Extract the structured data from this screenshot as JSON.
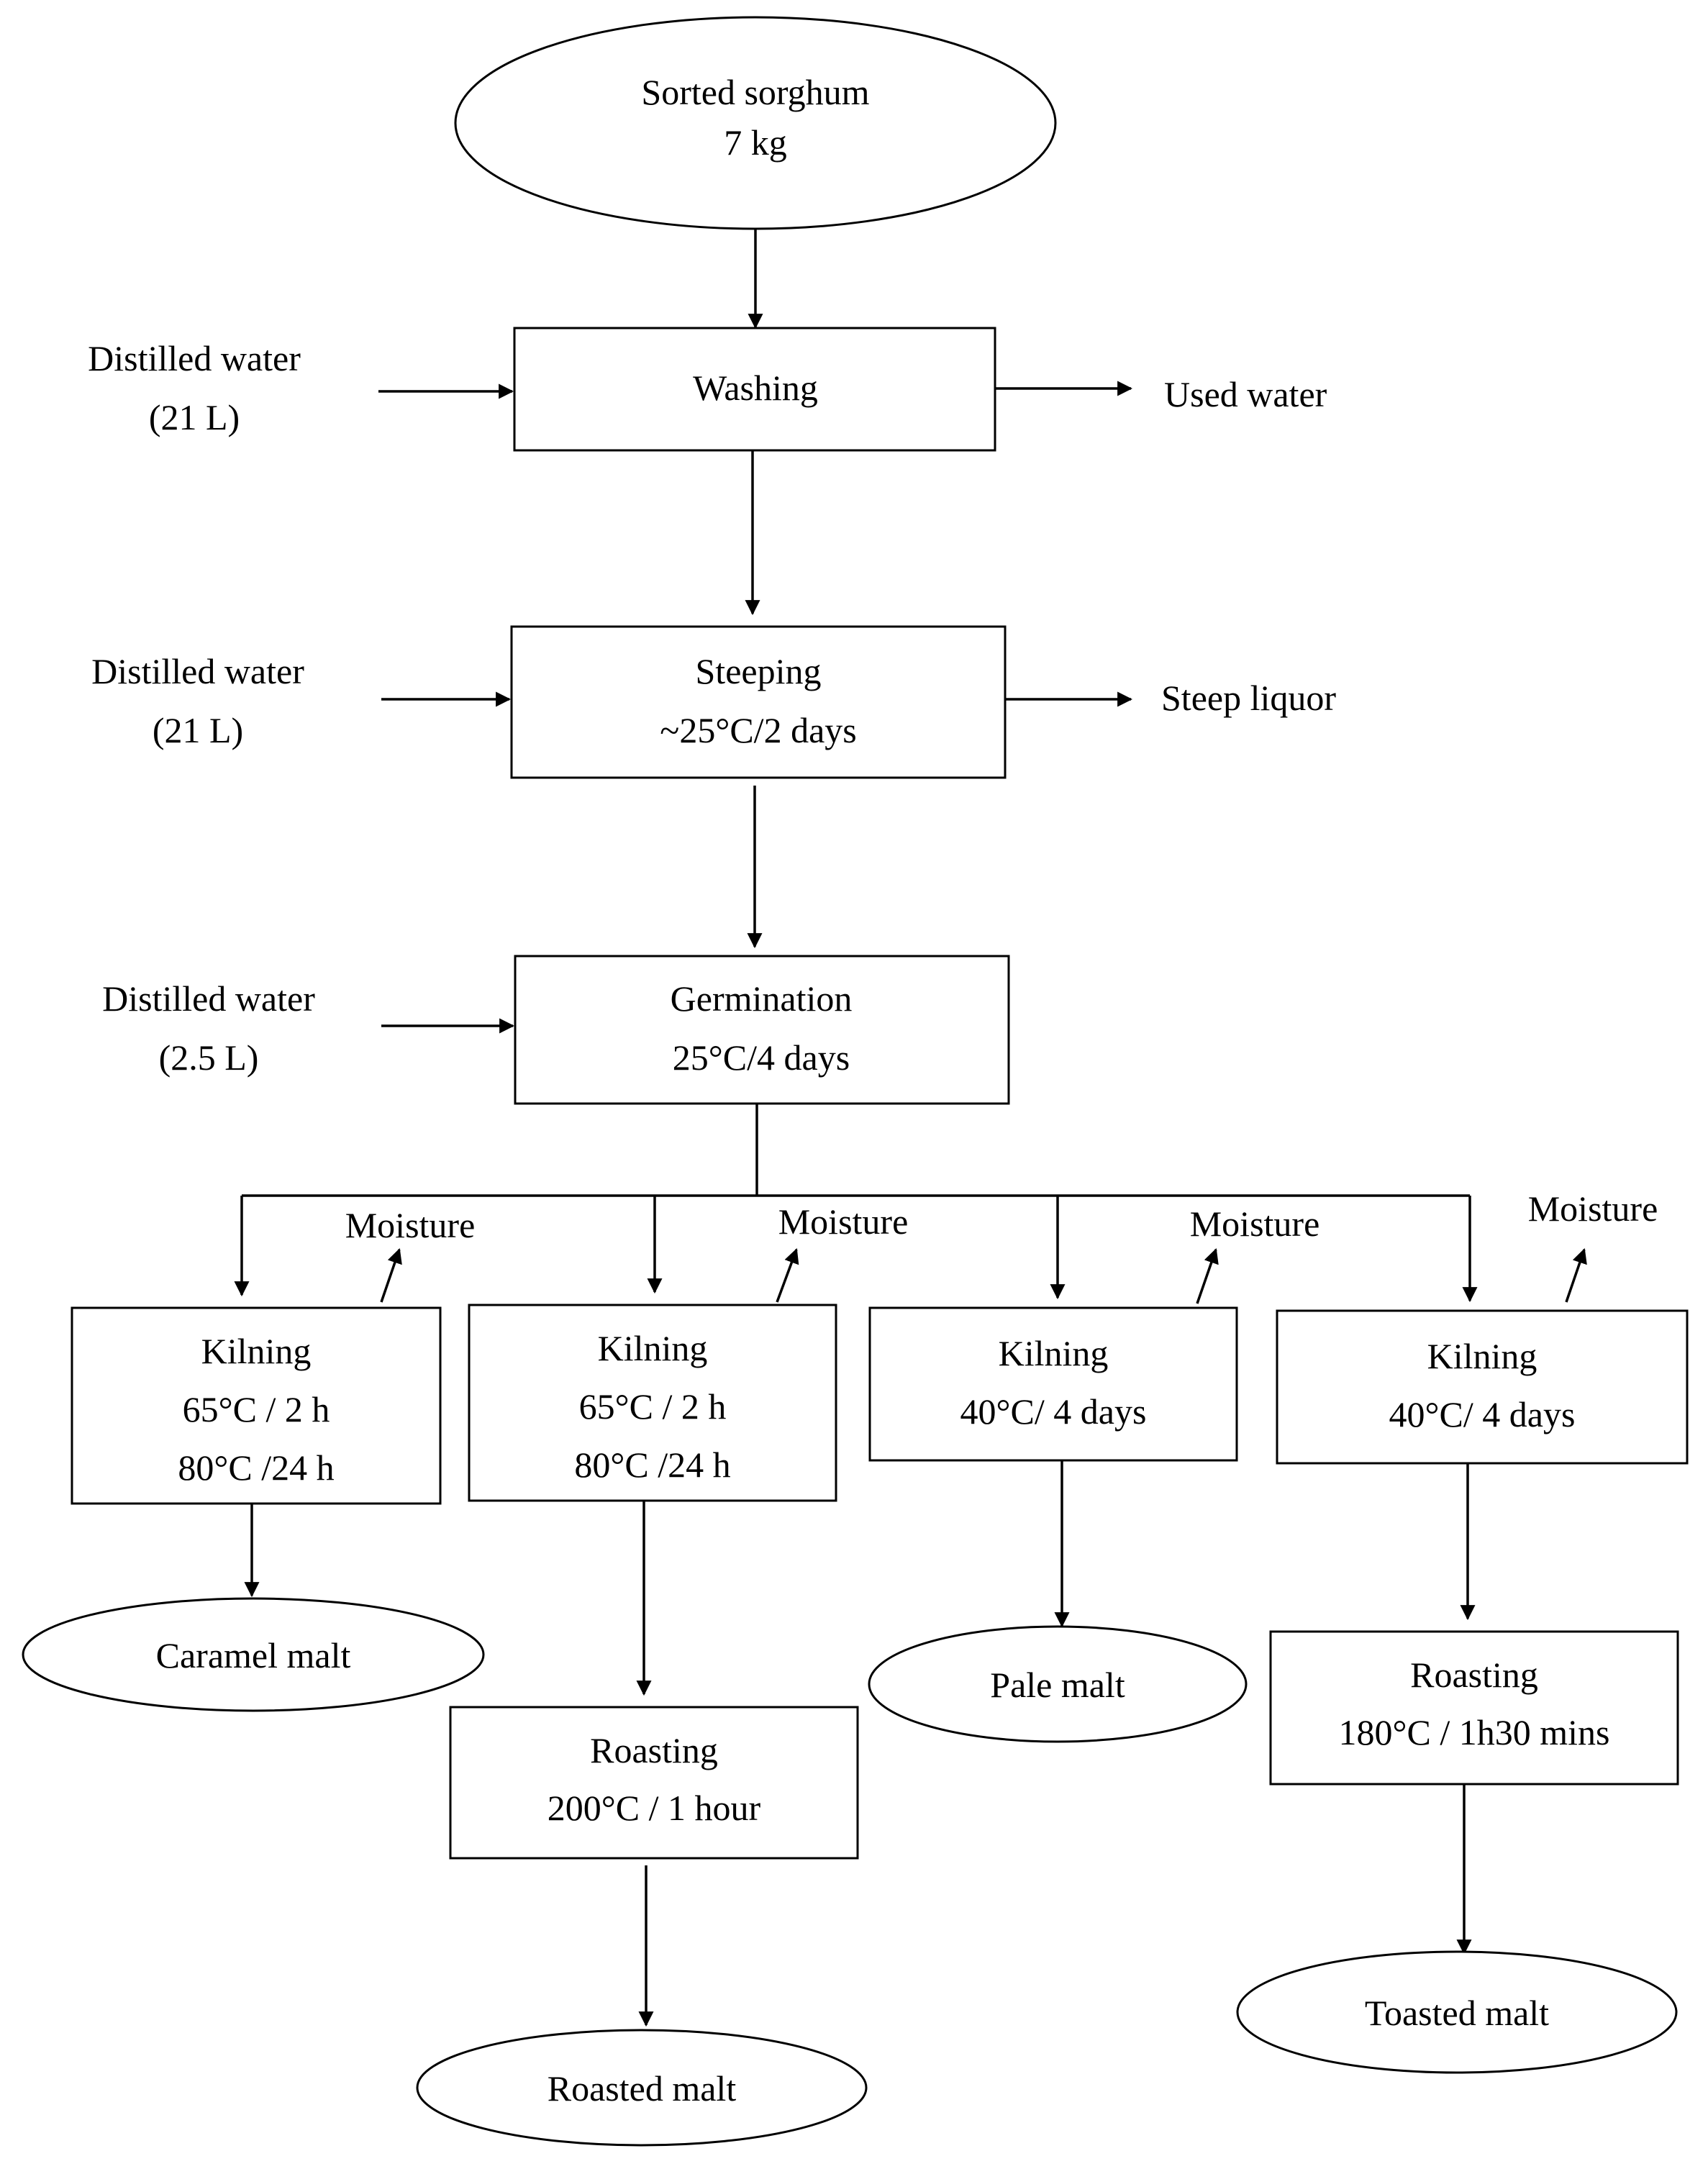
{
  "start": {
    "line1": "Sorted sorghum",
    "line2": "7 kg"
  },
  "washing": {
    "label": "Washing",
    "input_line1": "Distilled water",
    "input_line2": "(21 L)",
    "output": "Used water"
  },
  "steeping": {
    "line1": "Steeping",
    "line2": "~25°C/2 days",
    "input_line1": "Distilled water",
    "input_line2": "(21 L)",
    "output": "Steep liquor"
  },
  "germination": {
    "line1": "Germination",
    "line2": "25°C/4 days",
    "input_line1": "Distilled water",
    "input_line2": "(2.5 L)"
  },
  "branches": [
    {
      "moisture": "Moisture",
      "kiln": {
        "line1": "Kilning",
        "line2": "65°C / 2 h",
        "line3": "80°C /24 h"
      },
      "product": "Caramel malt"
    },
    {
      "moisture": "Moisture",
      "kiln": {
        "line1": "Kilning",
        "line2": "65°C / 2 h",
        "line3": "80°C /24 h"
      },
      "roast": {
        "line1": "Roasting",
        "line2": "200°C / 1 hour"
      },
      "product": "Roasted malt"
    },
    {
      "moisture": "Moisture",
      "kiln": {
        "line1": "Kilning",
        "line2": "40°C/ 4 days"
      },
      "product": "Pale malt"
    },
    {
      "moisture": "Moisture",
      "kiln": {
        "line1": "Kilning",
        "line2": "40°C/ 4 days"
      },
      "roast": {
        "line1": "Roasting",
        "line2": "180°C / 1h30 mins"
      },
      "product": "Toasted malt"
    }
  ]
}
